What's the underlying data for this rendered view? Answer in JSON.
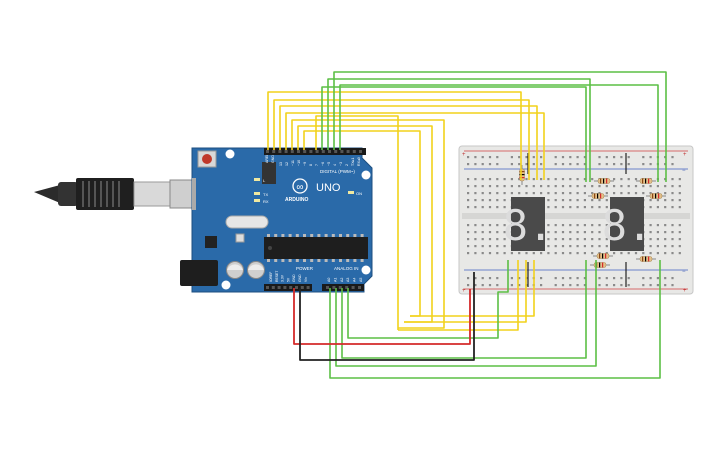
{
  "board": {
    "brand": "UNO",
    "maker": "ARDUINO",
    "logo": "∞",
    "digital_header": "DIGITAL (PWM~)",
    "power_header": "POWER",
    "analog_header": "ANALOG IN",
    "led_l": "L",
    "led_tx": "TX",
    "led_rx": "RX",
    "led_on": "ON",
    "aref": "AREF",
    "gnd": "GND",
    "digital_pins": [
      "13",
      "12",
      "~11",
      "~10",
      "~9",
      "8",
      "7",
      "~6",
      "~5",
      "4",
      "~3",
      "2",
      "TX▸1",
      "RX◂0"
    ],
    "power_pins": [
      "IOREF",
      "RESET",
      "3.3V",
      "5V",
      "GND",
      "GND",
      "Vin"
    ],
    "analog_pins": [
      "A0",
      "A1",
      "A2",
      "A3",
      "A4",
      "A5"
    ]
  },
  "displays": [
    {
      "digit": "8."
    },
    {
      "digit": "8."
    }
  ],
  "breadboard": {
    "plus_sign": "+",
    "minus_sign": "−"
  },
  "colors": {
    "wire_yellow": "#f2d21c",
    "wire_green": "#5cbf45",
    "wire_red": "#d42a2a",
    "wire_black": "#222222",
    "board_blue": "#2a6aa9",
    "breadboard": "#e8e8e6",
    "segment_display": "#4a4a4a"
  }
}
